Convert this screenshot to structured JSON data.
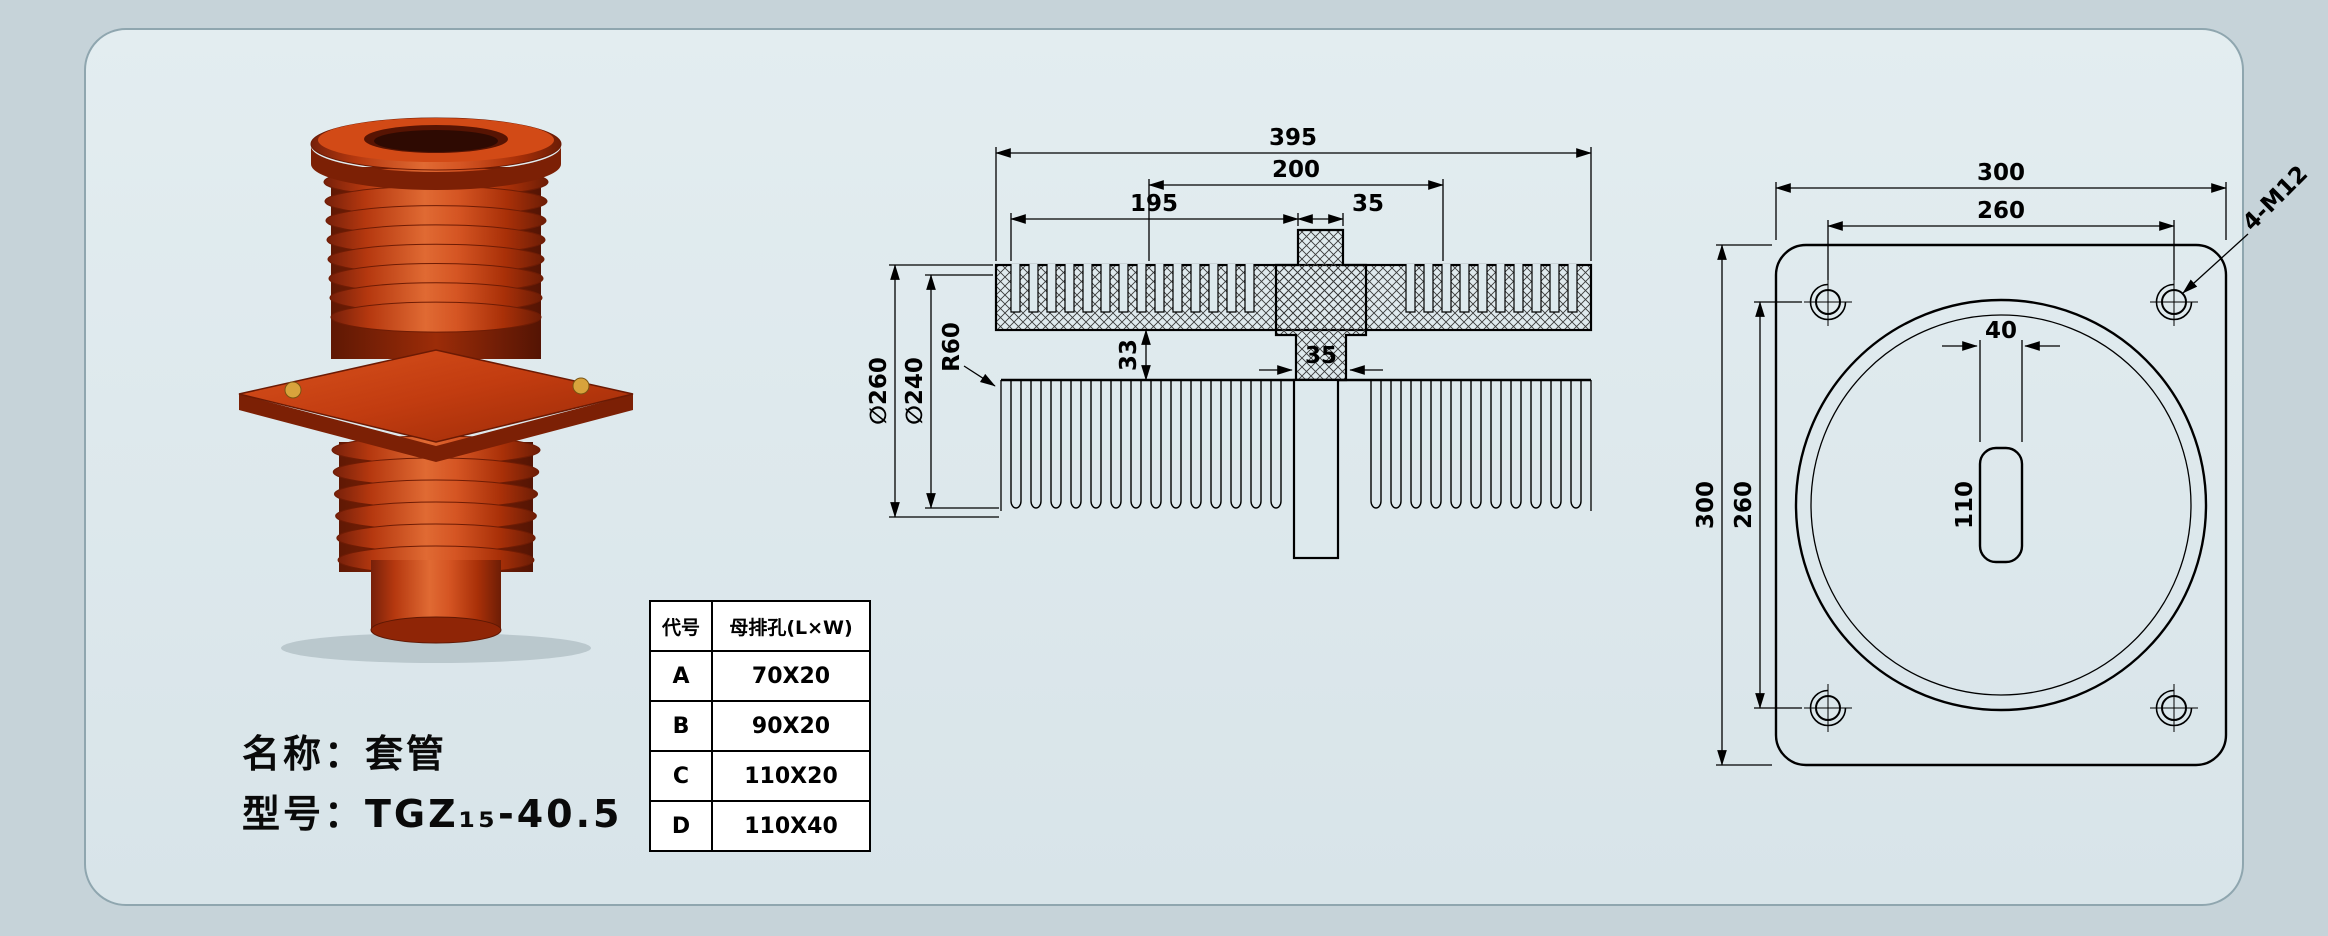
{
  "style": {
    "product_color": "#c23a10",
    "card_background": "#dde9ed",
    "page_background": "#c6d3d9",
    "drawing_line_color": "#000000",
    "bolt_color": "#d8a33c"
  },
  "product": {
    "name": "名称：套管",
    "model": "型号：TGZ₁₅-40.5"
  },
  "spec_table": {
    "header": {
      "code": "代号",
      "size": "母排孔(L×W)"
    },
    "rows": [
      {
        "code": "A",
        "size": "70X20"
      },
      {
        "code": "B",
        "size": "90X20"
      },
      {
        "code": "C",
        "size": "110X20"
      },
      {
        "code": "D",
        "size": "110X40"
      }
    ]
  },
  "section_view": {
    "dims": {
      "d395": "395",
      "d200": "200",
      "d195": "195",
      "d35_top": "35",
      "dia260": "∅260",
      "dia240": "∅240",
      "r60": "R60",
      "d33": "33",
      "d35_mid": "35"
    }
  },
  "front_view": {
    "dims": {
      "d300_top": "300",
      "d260_top": "260",
      "bolt_spec": "4-M12",
      "d40": "40",
      "d110": "110",
      "d300_left": "300",
      "d260_left": "260"
    }
  }
}
